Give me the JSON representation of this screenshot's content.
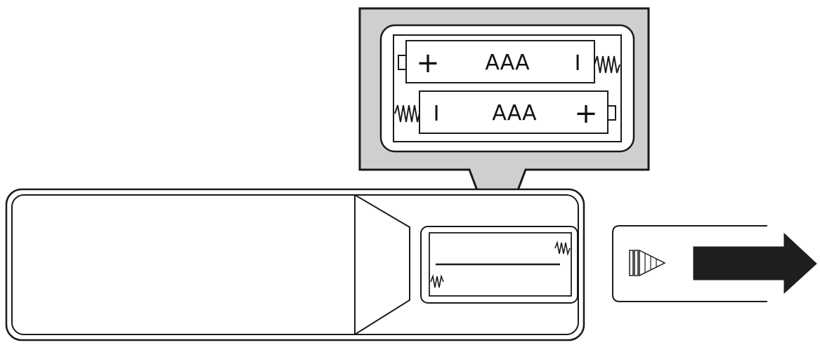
{
  "batteries": {
    "top": {
      "label": "AAA",
      "left_terminal": "+",
      "right_terminal": "I"
    },
    "bottom": {
      "label": "AAA",
      "left_terminal": "I",
      "right_terminal": "+"
    }
  },
  "colors": {
    "callout_fill": "#cfcfcf",
    "stroke": "#1a1a1a",
    "arrow_fill": "#1e1e1e",
    "background": "#ffffff"
  },
  "icons": {
    "slide_direction": "arrow-right-icon",
    "cover_mark": "triangle-arrow-icon",
    "spring": "spring-contact-icon"
  }
}
